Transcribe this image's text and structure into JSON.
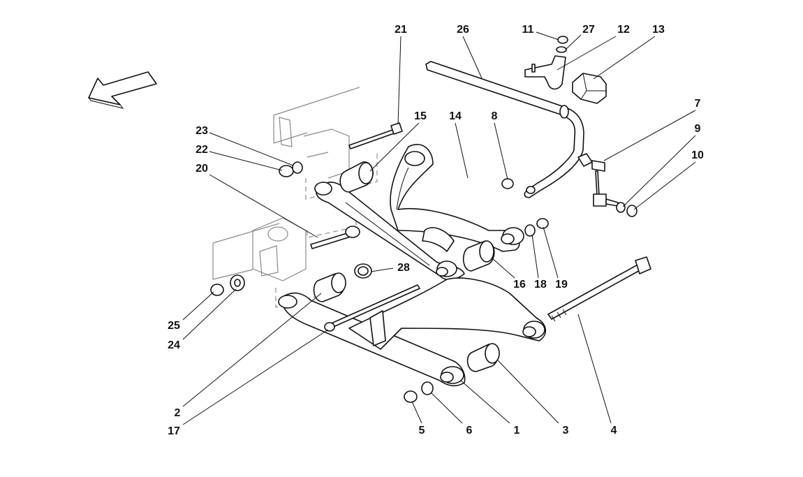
{
  "callouts": [
    {
      "id": "c21",
      "label": "21"
    },
    {
      "id": "c26",
      "label": "26"
    },
    {
      "id": "c11",
      "label": "11"
    },
    {
      "id": "c27",
      "label": "27"
    },
    {
      "id": "c12",
      "label": "12"
    },
    {
      "id": "c13",
      "label": "13"
    },
    {
      "id": "c15",
      "label": "15"
    },
    {
      "id": "c14",
      "label": "14"
    },
    {
      "id": "c8",
      "label": "8"
    },
    {
      "id": "c7",
      "label": "7"
    },
    {
      "id": "c9",
      "label": "9"
    },
    {
      "id": "c10",
      "label": "10"
    },
    {
      "id": "c23",
      "label": "23"
    },
    {
      "id": "c22",
      "label": "22"
    },
    {
      "id": "c20",
      "label": "20"
    },
    {
      "id": "c28",
      "label": "28"
    },
    {
      "id": "c16",
      "label": "16"
    },
    {
      "id": "c18",
      "label": "18"
    },
    {
      "id": "c19",
      "label": "19"
    },
    {
      "id": "c25",
      "label": "25"
    },
    {
      "id": "c24",
      "label": "24"
    },
    {
      "id": "c2",
      "label": "2"
    },
    {
      "id": "c17",
      "label": "17"
    },
    {
      "id": "c5",
      "label": "5"
    },
    {
      "id": "c6",
      "label": "6"
    },
    {
      "id": "c1",
      "label": "1"
    },
    {
      "id": "c3",
      "label": "3"
    },
    {
      "id": "c4",
      "label": "4"
    }
  ]
}
